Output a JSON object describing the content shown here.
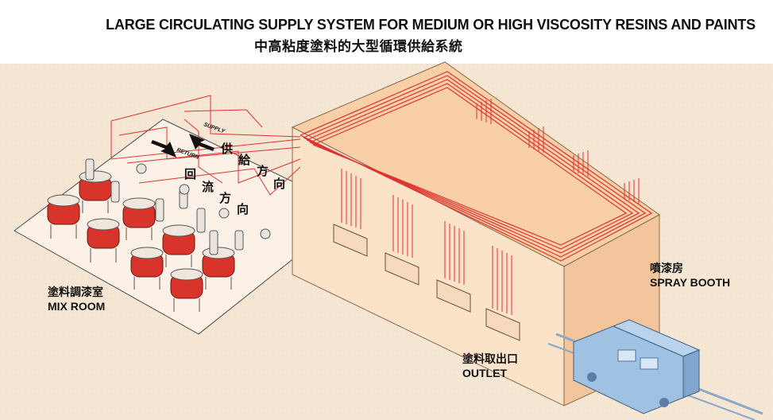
{
  "title": {
    "english": "LARGE CIRCULATING SUPPLY SYSTEM FOR MEDIUM OR HIGH VISCOSITY RESINS AND PAINTS",
    "chinese": "中高粘度塗料的大型循環供給系統"
  },
  "labels": {
    "supply_en": "SUPPLY",
    "return_en": "RETURN",
    "supply_zh": [
      "供",
      "給",
      "方",
      "向"
    ],
    "return_zh": [
      "回",
      "流",
      "方",
      "向"
    ],
    "mix_room_zh": "塗料調漆室",
    "mix_room_en": "MIX ROOM",
    "spray_booth_zh": "噴漆房",
    "spray_booth_en": "SPRAY BOOTH",
    "outlet_zh": "塗料取出口",
    "outlet_en": "OUTLET"
  },
  "colors": {
    "background": "#f7e8d8",
    "booth_top": "#f9cfa8",
    "booth_front": "#fbe3c9",
    "booth_side": "#f3c59c",
    "pipe": "#e0312e",
    "tank": "#d9342b",
    "vehicle": "#9fc2e3"
  }
}
